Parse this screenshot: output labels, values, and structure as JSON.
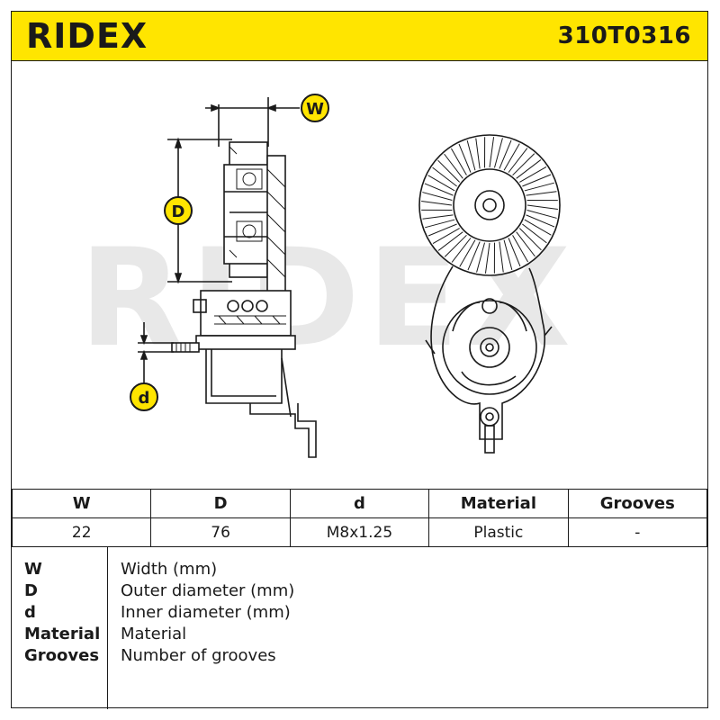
{
  "header": {
    "brand": "RIDEX",
    "part_number": "310T0316"
  },
  "drawing": {
    "dim_w": "W",
    "dim_d_outer": "D",
    "dim_d_inner": "d",
    "watermark": "RIDEX",
    "marker_color": "#ffe500"
  },
  "table": {
    "headers": [
      "W",
      "D",
      "d",
      "Material",
      "Grooves"
    ],
    "values": [
      "22",
      "76",
      "M8x1.25",
      "Plastic",
      "-"
    ]
  },
  "legend": [
    {
      "key": "W",
      "desc": "Width (mm)"
    },
    {
      "key": "D",
      "desc": "Outer diameter (mm)"
    },
    {
      "key": "d",
      "desc": "Inner diameter (mm)"
    },
    {
      "key": "Material",
      "desc": "Material"
    },
    {
      "key": "Grooves",
      "desc": "Number of grooves"
    }
  ],
  "colors": {
    "brand_yellow": "#ffe500",
    "line": "#1a1a1a",
    "watermark": "#e6e6e6"
  }
}
